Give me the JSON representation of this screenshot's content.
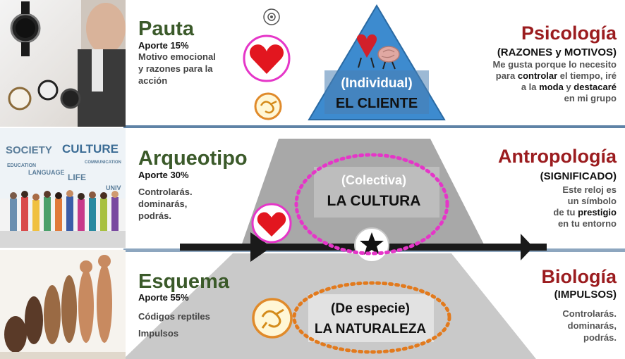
{
  "left": {
    "pauta": {
      "title": "Pauta",
      "aporte": "Aporte 15%",
      "lines": [
        "Motivo emocional",
        "y razones para la",
        "acción"
      ]
    },
    "arqueotipo": {
      "title": "Arqueotipo",
      "aporte": "Aporte 30%",
      "lines": [
        "Controlarás.",
        "dominarás,",
        "podrás."
      ]
    },
    "esquema": {
      "title": "Esquema",
      "aporte": "Aporte 55%",
      "lines": [
        "Códigos reptiles",
        "Impulsos"
      ]
    }
  },
  "right": {
    "psicologia": {
      "title": "Psicología",
      "tag": "(RAZONES y MOTIVOS)",
      "lines": [
        "Me gusta porque lo necesito"
      ],
      "line2_pre": "para ",
      "line2_hl": "controlar",
      "line2_post": " el tiempo, iré",
      "line3_pre": "a la ",
      "line3_hl": "moda",
      "line3_mid": " y ",
      "line3_hl2": "destacaré",
      "line4": "en mi grupo"
    },
    "antropologia": {
      "title": "Antropología",
      "tag": "(SIGNIFICADO)",
      "lines": [
        "Este reloj es",
        "un símbolo"
      ],
      "line3_pre": "de tu ",
      "line3_hl": "prestigio",
      "line4": "en tu entorno"
    },
    "biologia": {
      "title": "Biología",
      "tag": "(IMPULSOS)",
      "lines": [
        "Controlarás.",
        "dominarás,",
        "podrás."
      ]
    }
  },
  "center": {
    "individual": {
      "qualifier": "(Individual)",
      "label": "EL CLIENTE"
    },
    "colectiva": {
      "qualifier": "(Colectiva)",
      "label": "LA CULTURA"
    },
    "especie": {
      "qualifier": "(De especie)",
      "label": "LA NATURALEZA"
    }
  },
  "photos": {
    "top": {
      "words": []
    },
    "middle": {
      "words": [
        "SOCIETY",
        "CULTURE",
        "LIFE",
        "LANGUAGE",
        "UNIV",
        "COMMUNICATION",
        "EDUCATION"
      ]
    }
  },
  "icons": [
    "camera-icon",
    "heart-icon",
    "reptile-icon",
    "star-icon"
  ],
  "colors": {
    "green": "#3b5a2a",
    "red": "#9b1c1f",
    "blue": "#2f7bbf",
    "magenta": "#e536c8",
    "orange": "#e27a1d"
  }
}
